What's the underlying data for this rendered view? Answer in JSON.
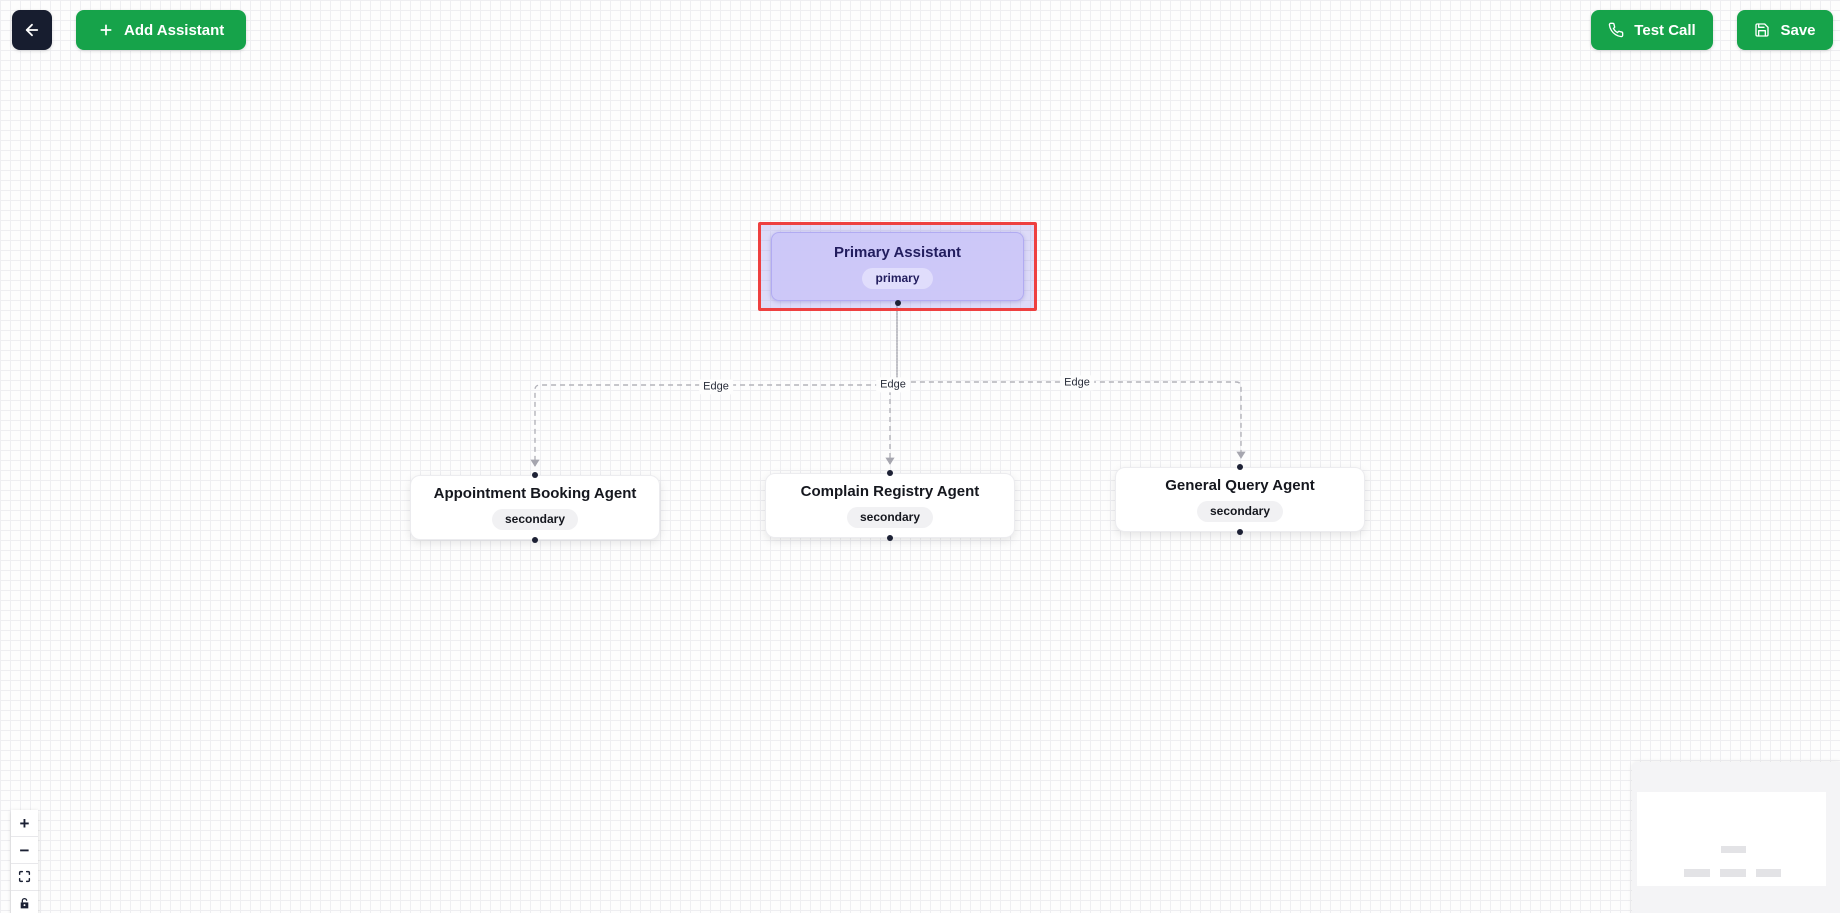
{
  "header": {
    "back_button": {
      "icon": "arrow-left-icon"
    },
    "add_assistant": {
      "label": "Add Assistant",
      "icon": "plus-icon"
    },
    "test_call": {
      "label": "Test Call",
      "icon": "phone-icon"
    },
    "save": {
      "label": "Save",
      "icon": "save-icon"
    }
  },
  "flow": {
    "nodes": [
      {
        "title": "Primary Assistant",
        "badge": "primary",
        "selected": true
      },
      {
        "title": "Appointment Booking Agent",
        "badge": "secondary",
        "selected": false
      },
      {
        "title": "Complain Registry Agent",
        "badge": "secondary",
        "selected": false
      },
      {
        "title": "General Query Agent",
        "badge": "secondary",
        "selected": false
      }
    ],
    "edges": [
      {
        "label": "Edge",
        "from": "Primary Assistant",
        "to": "Appointment Booking Agent"
      },
      {
        "label": "Edge",
        "from": "Primary Assistant",
        "to": "Complain Registry Agent"
      },
      {
        "label": "Edge",
        "from": "Primary Assistant",
        "to": "General Query Agent"
      }
    ]
  },
  "controls": {
    "zoom_in": "+",
    "zoom_out": "−",
    "fit_view_icon": "fit-view-icon",
    "lock_icon": "lock-icon"
  },
  "minimap": {
    "node_count": 4
  },
  "colors": {
    "accent_green": "#16a34a",
    "dark_button": "#171d2f",
    "selection_red": "#ee4040",
    "primary_node_bg": "#cbc7f8",
    "edge_gray": "#b3b3ba",
    "canvas_bg": "#fdfdfd"
  }
}
